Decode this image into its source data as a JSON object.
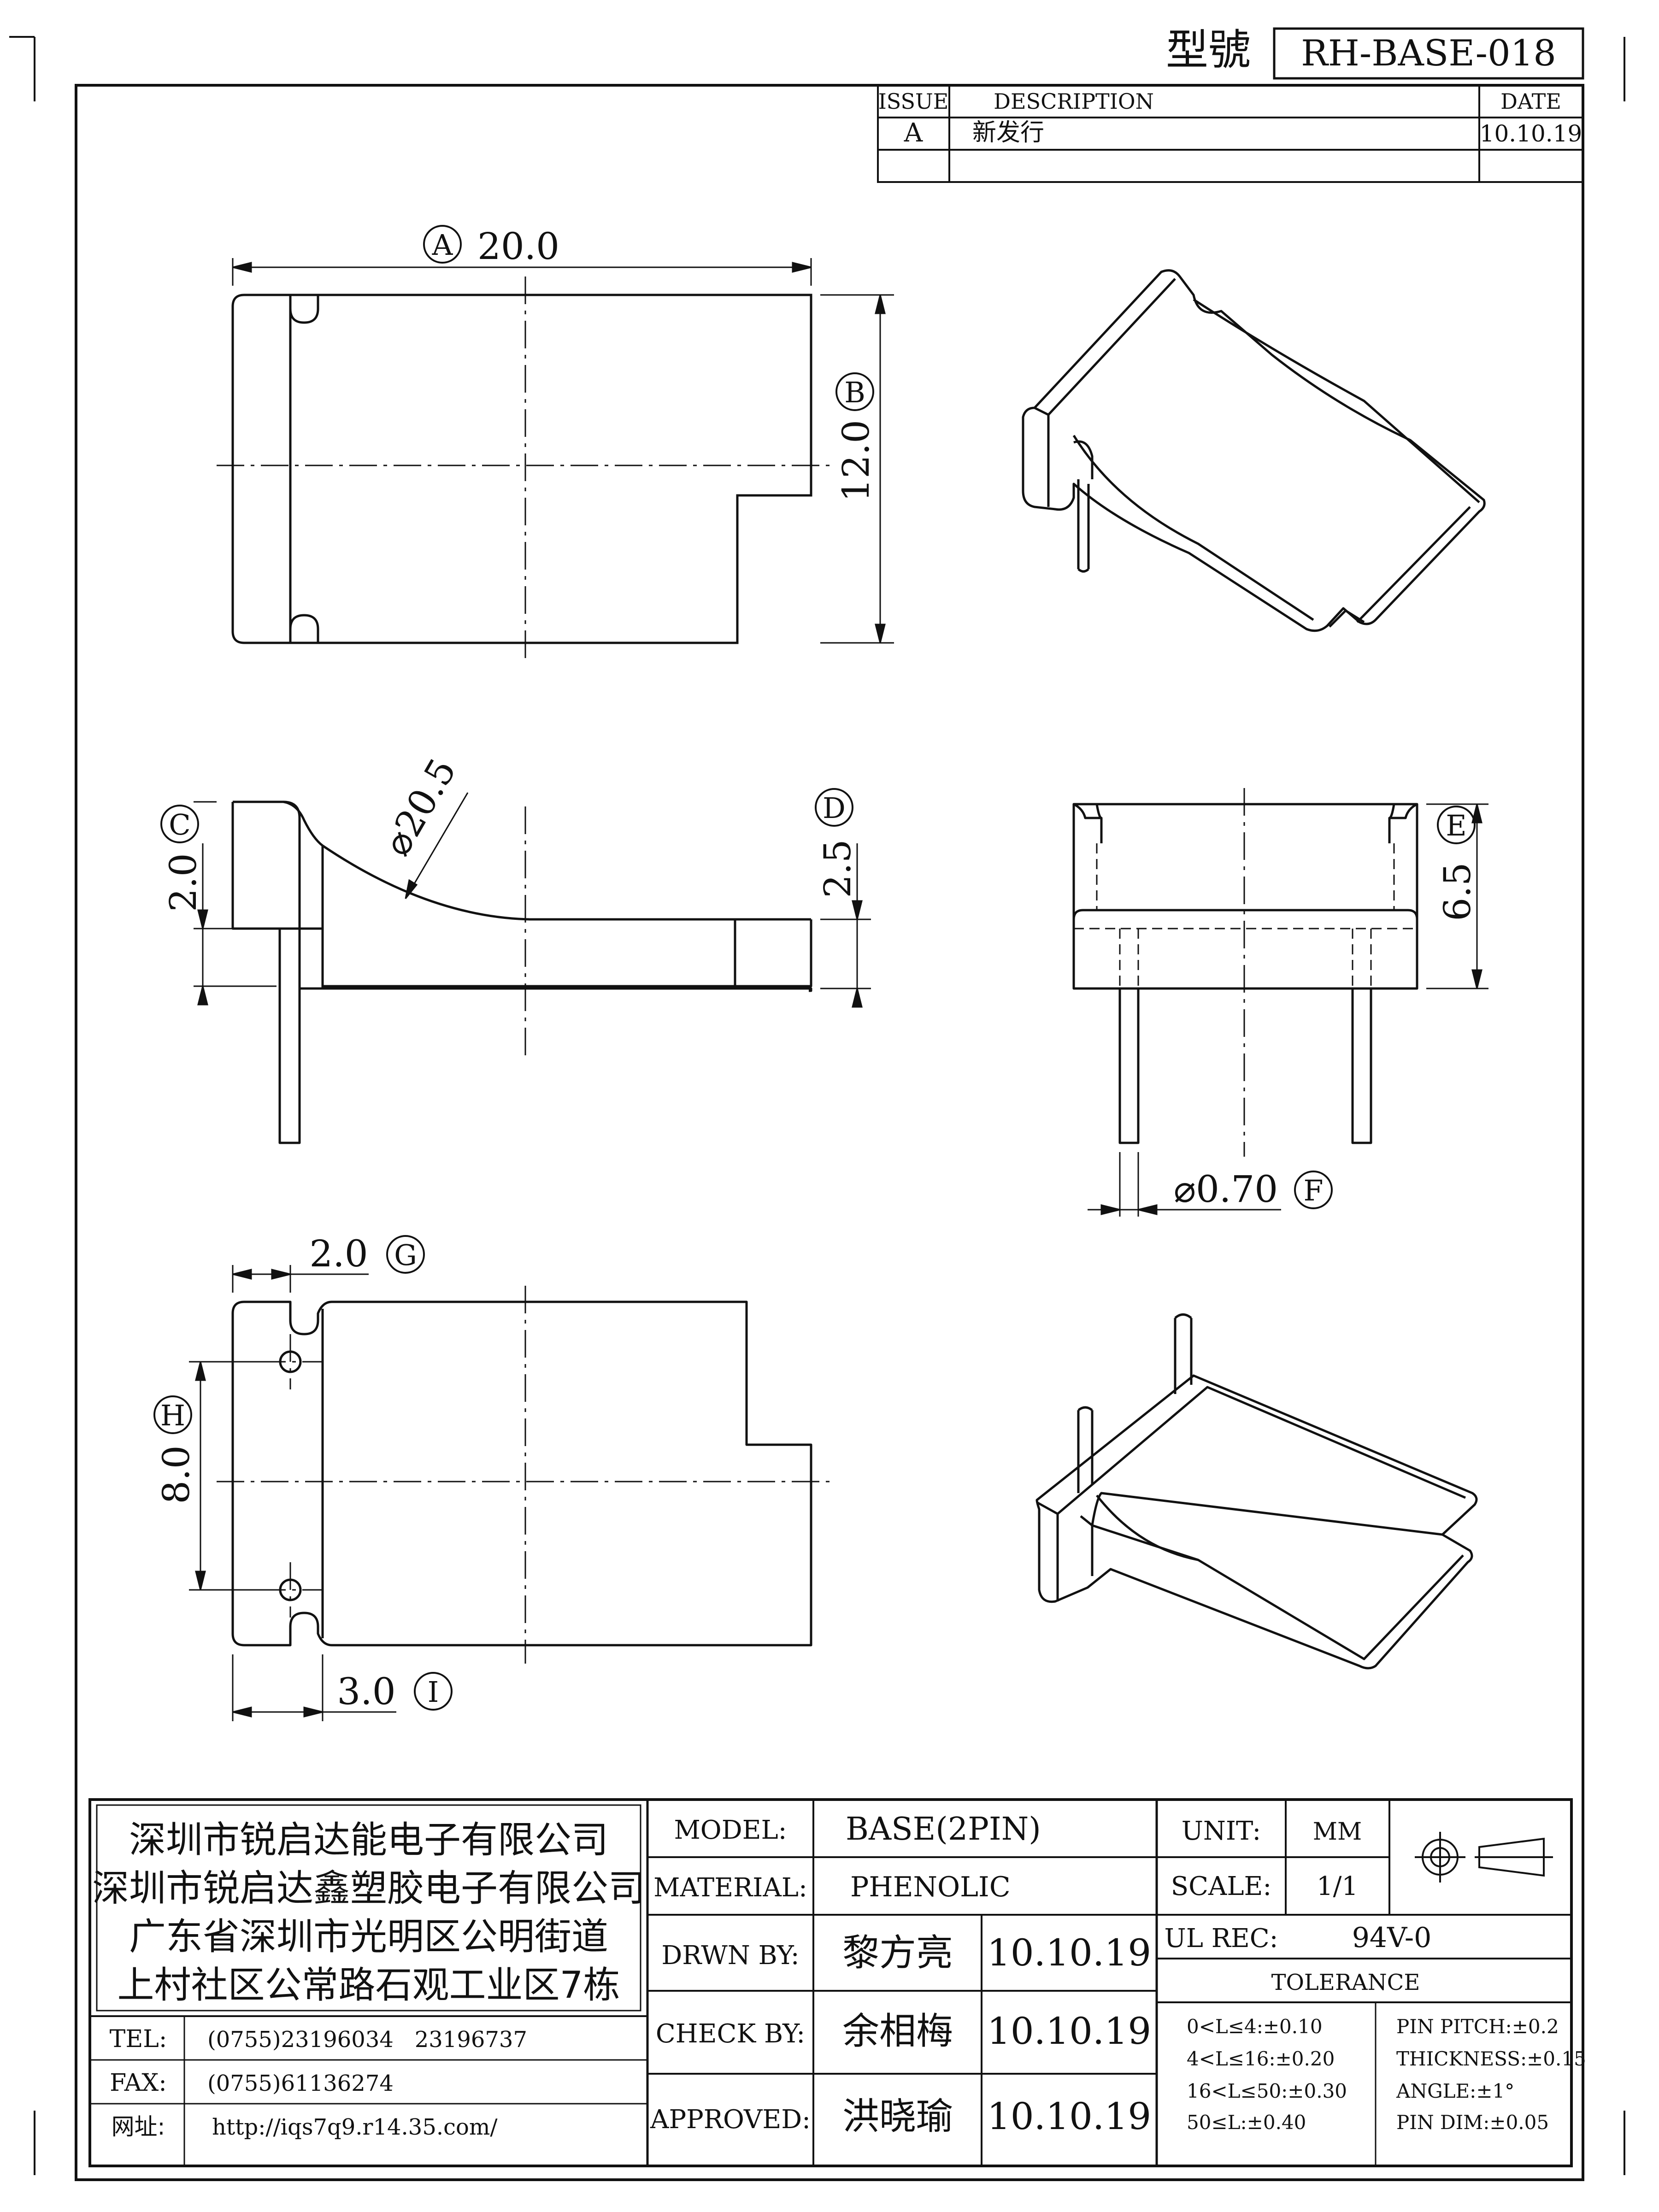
{
  "header": {
    "model_label": "型號",
    "model_value": "RH-BASE-018"
  },
  "revision_table": {
    "col_issue": "ISSUE",
    "col_description": "DESCRIPTION",
    "col_date": "DATE",
    "rows": [
      {
        "issue": "A",
        "description": "新发行",
        "date": "10.10.19"
      }
    ]
  },
  "dimensions": {
    "A": {
      "letter": "A",
      "value": "20.0"
    },
    "B": {
      "letter": "B",
      "value": "12.0"
    },
    "C": {
      "letter": "C",
      "value": "2.0"
    },
    "D": {
      "letter": "D",
      "value": "2.5"
    },
    "E": {
      "letter": "E",
      "value": "6.5"
    },
    "F": {
      "letter": "F",
      "value": "⌀0.70"
    },
    "G": {
      "letter": "G",
      "value": "2.0"
    },
    "H": {
      "letter": "H",
      "value": "8.0"
    },
    "I": {
      "letter": "I",
      "value": "3.0"
    },
    "radius": "⌀20.5"
  },
  "title_block": {
    "company_lines": [
      "深圳市锐启达能电子有限公司",
      "深圳市锐启达鑫塑胶电子有限公司",
      "广东省深圳市光明区公明街道",
      "上村社区公常路石观工业区7栋"
    ],
    "contact": [
      {
        "label": "TEL:",
        "value": "(0755)23196034   23196737"
      },
      {
        "label": "FAX:",
        "value": "(0755)61136274"
      },
      {
        "label": "网址:",
        "value": "http://iqs7q9.r14.35.com/"
      }
    ],
    "model_label": "MODEL:",
    "model_value": "BASE(2PIN)",
    "material_label": "MATERIAL:",
    "material_value": "PHENOLIC",
    "drawn_label": "DRWN BY:",
    "drawn_name": "黎方亮",
    "drawn_date": "10.10.19",
    "check_label": "CHECK BY:",
    "check_name": "余相梅",
    "check_date": "10.10.19",
    "approved_label": "APPROVED:",
    "approved_name": "洪晓瑜",
    "approved_date": "10.10.19",
    "unit_label": "UNIT:",
    "unit_value": "MM",
    "scale_label": "SCALE:",
    "scale_value": "1/1",
    "ul_label": "UL REC:",
    "ul_value": "94V-0",
    "tolerance_title": "TOLERANCE",
    "tolerance_left": [
      "0<L≤4:±0.10",
      "4<L≤16:±0.20",
      "16<L≤50:±0.30",
      "50≤L:±0.40"
    ],
    "tolerance_right": [
      "PIN PITCH:±0.2",
      "THICKNESS:±0.15",
      "ANGLE:±1°",
      "PIN DIM:±0.05"
    ]
  }
}
